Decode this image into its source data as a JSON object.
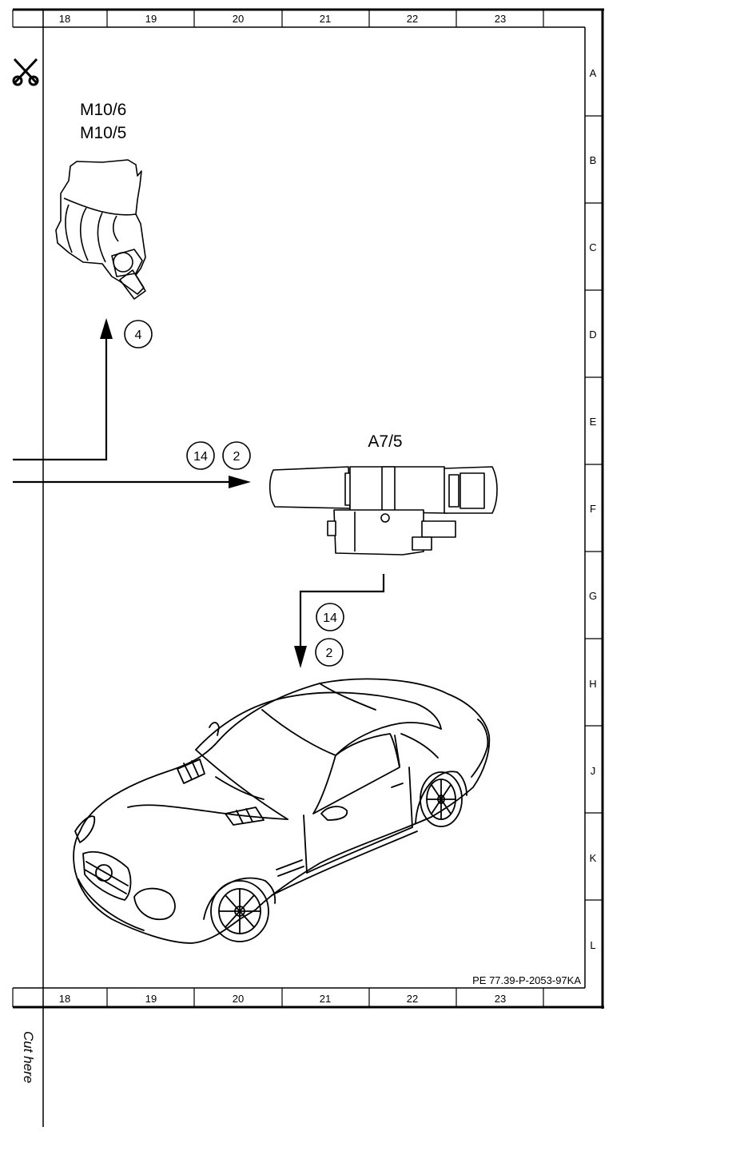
{
  "grid": {
    "columns": [
      "18",
      "19",
      "20",
      "21",
      "22",
      "23"
    ],
    "rows": [
      "A",
      "B",
      "C",
      "D",
      "E",
      "F",
      "G",
      "H",
      "J",
      "K",
      "L"
    ]
  },
  "components": {
    "m10_6": "M10/6",
    "m10_5": "M10/5",
    "a7_5": "A7/5"
  },
  "signals": {
    "lock_motor": "4",
    "path_in_a": "14",
    "path_in_b": "2",
    "path_out_a": "14",
    "path_out_b": "2"
  },
  "reference": "PE 77.39-P-2053-97KA",
  "cut_label": "Cut here",
  "icons": {
    "scissors": "scissors-icon",
    "actuator": "actuator-icon",
    "module": "module-icon",
    "vehicle": "vehicle-icon"
  }
}
